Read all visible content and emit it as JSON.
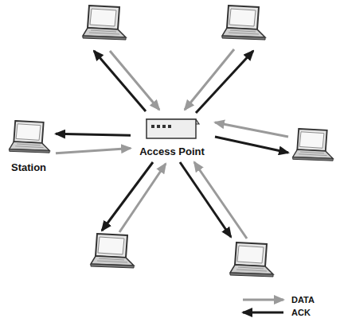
{
  "diagram": {
    "nodes": [
      {
        "text": [
          "Access Point"
        ]
      },
      {
        "text": [
          "Station"
        ]
      }
    ],
    "edges": [
      {
        "from": 0,
        "to": 1,
        "arrow": "to"
      },
      {
        "from": 1,
        "to": 0,
        "arrow": "to"
      }
    ],
    "legend": [
      {
        "text": "DATA"
      },
      {
        "text": "ACK"
      }
    ]
  }
}
